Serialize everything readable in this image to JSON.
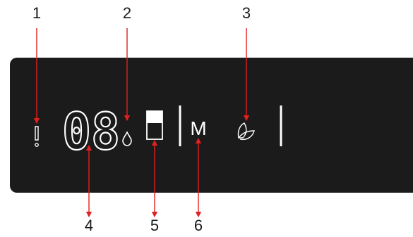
{
  "callouts": [
    "1",
    "2",
    "3",
    "4",
    "5",
    "6"
  ],
  "display": {
    "digits": "08",
    "mode_letter": "M"
  },
  "colors": {
    "panel": "#1b1b1b",
    "glyph": "#ffffff",
    "arrow": "#e02020",
    "label": "#1a1a1a"
  },
  "icons": [
    "warning-icon",
    "water-drop-icon",
    "level-bar-icon",
    "eco-leaf-icon"
  ]
}
